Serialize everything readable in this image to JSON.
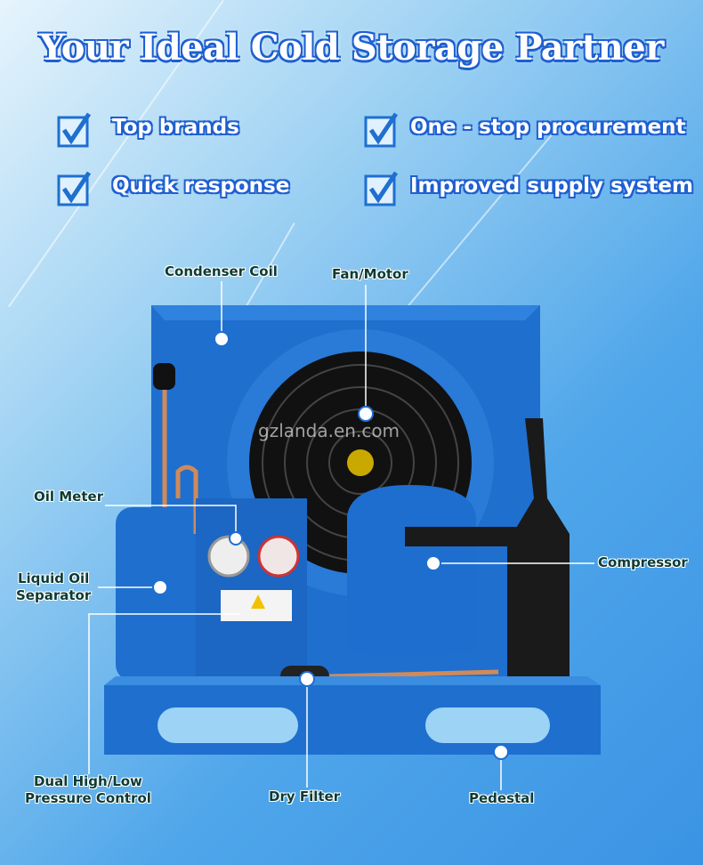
{
  "title": "Your Ideal Cold Storage Partner",
  "features": [
    "Top brands",
    "One - stop procurement",
    "Quick response",
    "Improved supply system"
  ],
  "labels": {
    "condenser_coil": "Condenser Coil",
    "fan_motor": "Fan/Motor",
    "oil_meter": "Oil Meter",
    "liquid_oil_separator_1": "Liquid Oil",
    "liquid_oil_separator_2": "Separator",
    "compressor": "Compressor",
    "dual_control_1": "Dual High/Low",
    "dual_control_2": "Pressure Control",
    "dry_filter": "Dry Filter",
    "pedestal": "Pedestal"
  },
  "watermark": "gzlanda.en.com",
  "colors": {
    "unit_blue": "#1e6fd0",
    "outline": "#1e5fd1",
    "label_text": "#0d3b34"
  }
}
